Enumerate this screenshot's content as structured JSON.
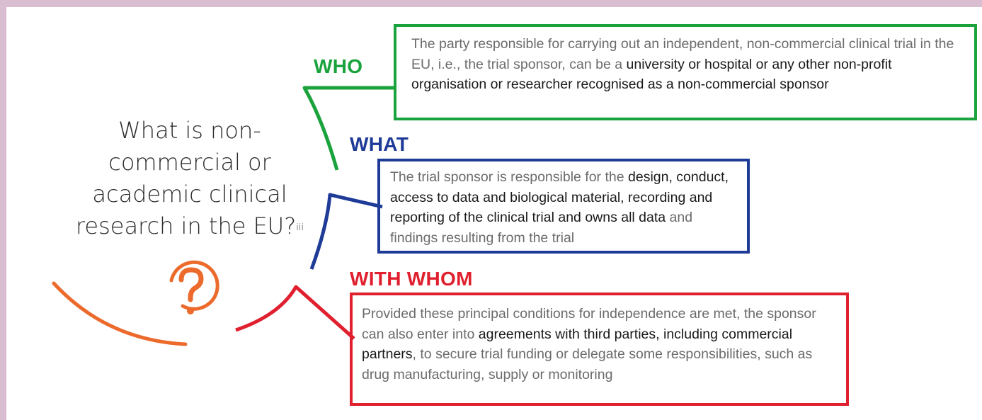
{
  "question": {
    "lines": [
      "What is non-",
      "commercial or",
      "academic clinical",
      "research in the EU?"
    ],
    "superscript": "iii",
    "icon": "question-circle-icon"
  },
  "sections": {
    "who": {
      "heading": "WHO",
      "color": "#1aa33c",
      "text_parts": [
        {
          "t": "The party responsible for carrying out an independent, non-commercial clinical trial in the EU, i.e., the trial sponsor, can be a ",
          "em": false
        },
        {
          "t": "university or hospital or any other non-profit organisation or researcher recognised as a non-commercial sponsor",
          "em": true
        }
      ]
    },
    "what": {
      "heading": "WHAT",
      "color": "#1e3b97",
      "text_parts": [
        {
          "t": "The trial sponsor is responsible for the ",
          "em": false
        },
        {
          "t": "design, conduct, access to data and biological material, recording and reporting of the clinical trial and owns all data",
          "em": true
        },
        {
          "t": " and findings resulting from the trial",
          "em": false
        }
      ]
    },
    "with_whom": {
      "heading": "WITH WHOM",
      "color": "#e0202e",
      "text_parts": [
        {
          "t": "Provided these principal conditions for independence are met, the sponsor can also enter into ",
          "em": false
        },
        {
          "t": "agreements with third parties, including commercial partners",
          "em": true
        },
        {
          "t": ", to secure trial funding or delegate some responsibilities, such as drug manufacturing, supply or monitoring",
          "em": false
        }
      ]
    }
  },
  "colors": {
    "orange": "#ec6a2c",
    "frame": "#d9bdd0"
  }
}
